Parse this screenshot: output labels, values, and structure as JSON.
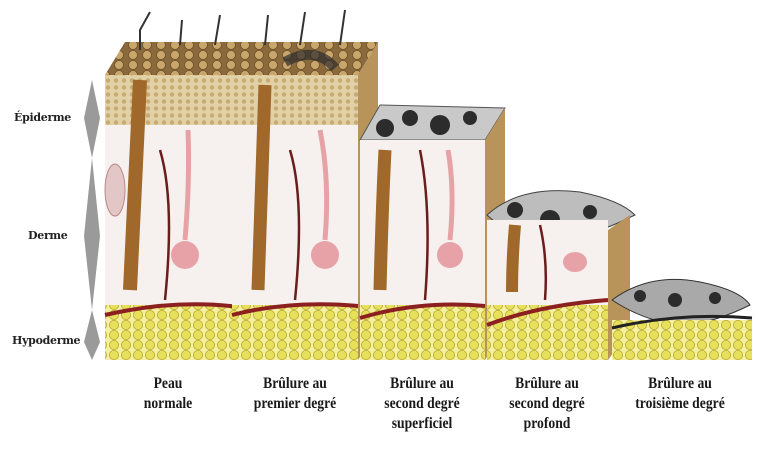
{
  "layers": {
    "epidermis": "Épiderme",
    "dermis": "Derme",
    "hypodermis": "Hypoderme"
  },
  "stages": [
    {
      "caption": "Peau\nnormale"
    },
    {
      "caption": "Brûlure au\npremier degré"
    },
    {
      "caption": "Brûlure au\nsecond degré\nsuperficiel"
    },
    {
      "caption": "Brûlure au\nsecond degré\nprofond"
    },
    {
      "caption": "Brûlure au\ntroisième degré"
    }
  ],
  "colors": {
    "epidermis": "#d8c49a",
    "dermis": "#f6f1ee",
    "fat": "#ece87a",
    "side": "#b8945a",
    "hair": "#a0682a",
    "vessel": "#8c1f1f",
    "gland": "#e7a2a8",
    "burn": "#2c2c2c"
  }
}
